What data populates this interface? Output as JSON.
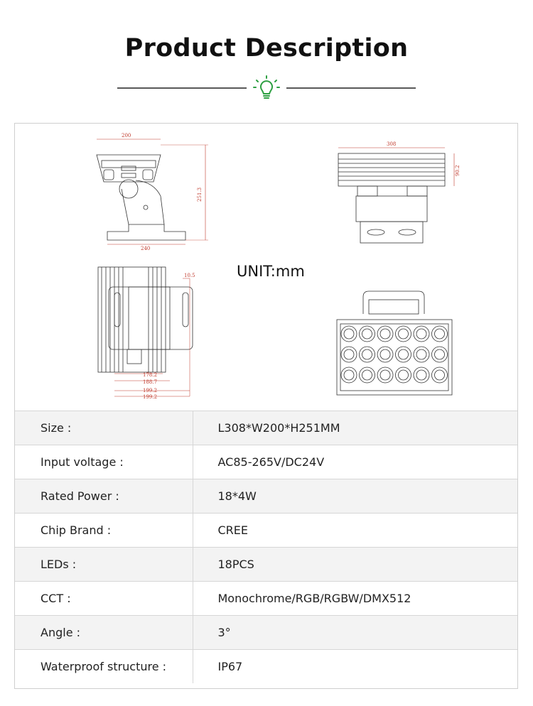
{
  "header": {
    "title": "Product Description",
    "accent_color": "#2ea043",
    "icon": "lightbulb-icon"
  },
  "drawings": {
    "unit_label": "UNIT:mm",
    "side_view": {
      "width_label": "200",
      "height_label": "251.3",
      "base_label": "240"
    },
    "top_view": {
      "length_label": "308",
      "height_label": "90.2"
    },
    "back_view": {
      "offset_label": "10.5",
      "dim_labels": [
        "178.2",
        "188.7",
        "199.2",
        "199.2"
      ]
    },
    "front_view": {
      "led_rows": 3,
      "led_cols": 6
    }
  },
  "specs": [
    {
      "key": "Size :",
      "value": "L308*W200*H251MM"
    },
    {
      "key": "Input voltage :",
      "value": "AC85-265V/DC24V"
    },
    {
      "key": "Rated Power :",
      "value": "18*4W"
    },
    {
      "key": "Chip Brand :",
      "value": "CREE"
    },
    {
      "key": "LEDs :",
      "value": "18PCS"
    },
    {
      "key": "CCT :",
      "value": "Monochrome/RGB/RGBW/DMX512"
    },
    {
      "key": "Angle :",
      "value": "3°"
    },
    {
      "key": "Waterproof structure :",
      "value": "IP67"
    }
  ]
}
